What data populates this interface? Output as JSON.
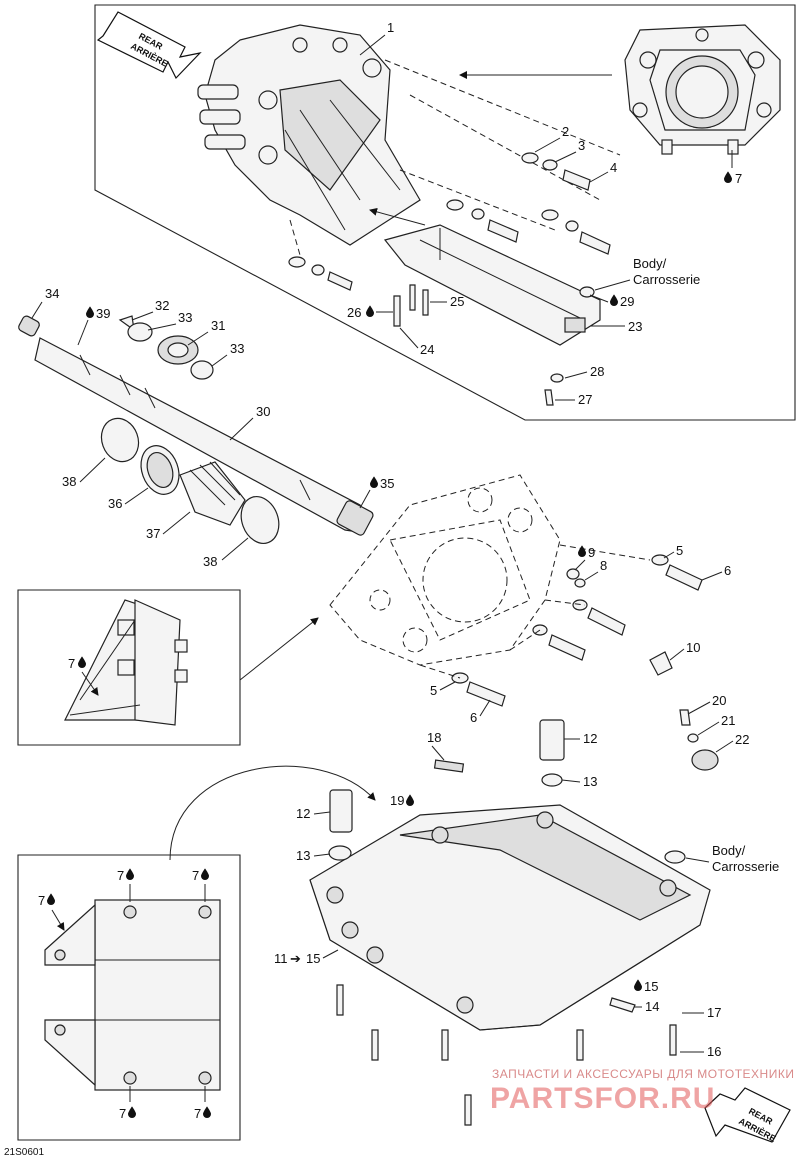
{
  "diagram": {
    "code": "21S0601",
    "drop_icon": "oil-drop-icon",
    "rear_label": [
      "REAR",
      "ARRIÈRE"
    ],
    "body_label": [
      "Body/",
      "Carrosserie"
    ],
    "watermark": {
      "line1": "ЗАПЧАСТИ И АКСЕССУАРЫ ДЛЯ МОТОТЕХНИКИ",
      "line2": "PARTSFOR.RU",
      "color": "#e25b5b"
    },
    "callouts": {
      "c1": "1",
      "c2": "2",
      "c3": "3",
      "c4": "4",
      "c7a": "7",
      "c23": "23",
      "c24": "24",
      "c25": "25",
      "c26": "26",
      "c27": "27",
      "c28": "28",
      "c29": "29",
      "c30": "30",
      "c31": "31",
      "c32": "32",
      "c33a": "33",
      "c33b": "33",
      "c34": "34",
      "c35": "35",
      "c36": "36",
      "c37": "37",
      "c38a": "38",
      "c38b": "38",
      "c39": "39",
      "c5a": "5",
      "c5b": "5",
      "c6a": "6",
      "c6b": "6",
      "c7b": "7",
      "c8": "8",
      "c9": "9",
      "c10": "10",
      "c11": "11",
      "c15a": "15",
      "c12a": "12",
      "c12b": "12",
      "c13a": "13",
      "c13b": "13",
      "c14": "14",
      "c15b": "15",
      "c16": "16",
      "c17": "17",
      "c18": "18",
      "c19": "19",
      "c20": "20",
      "c21": "21",
      "c22": "22",
      "c7c": "7",
      "c7d": "7",
      "c7e": "7",
      "c7f": "7",
      "c7g": "7"
    }
  }
}
